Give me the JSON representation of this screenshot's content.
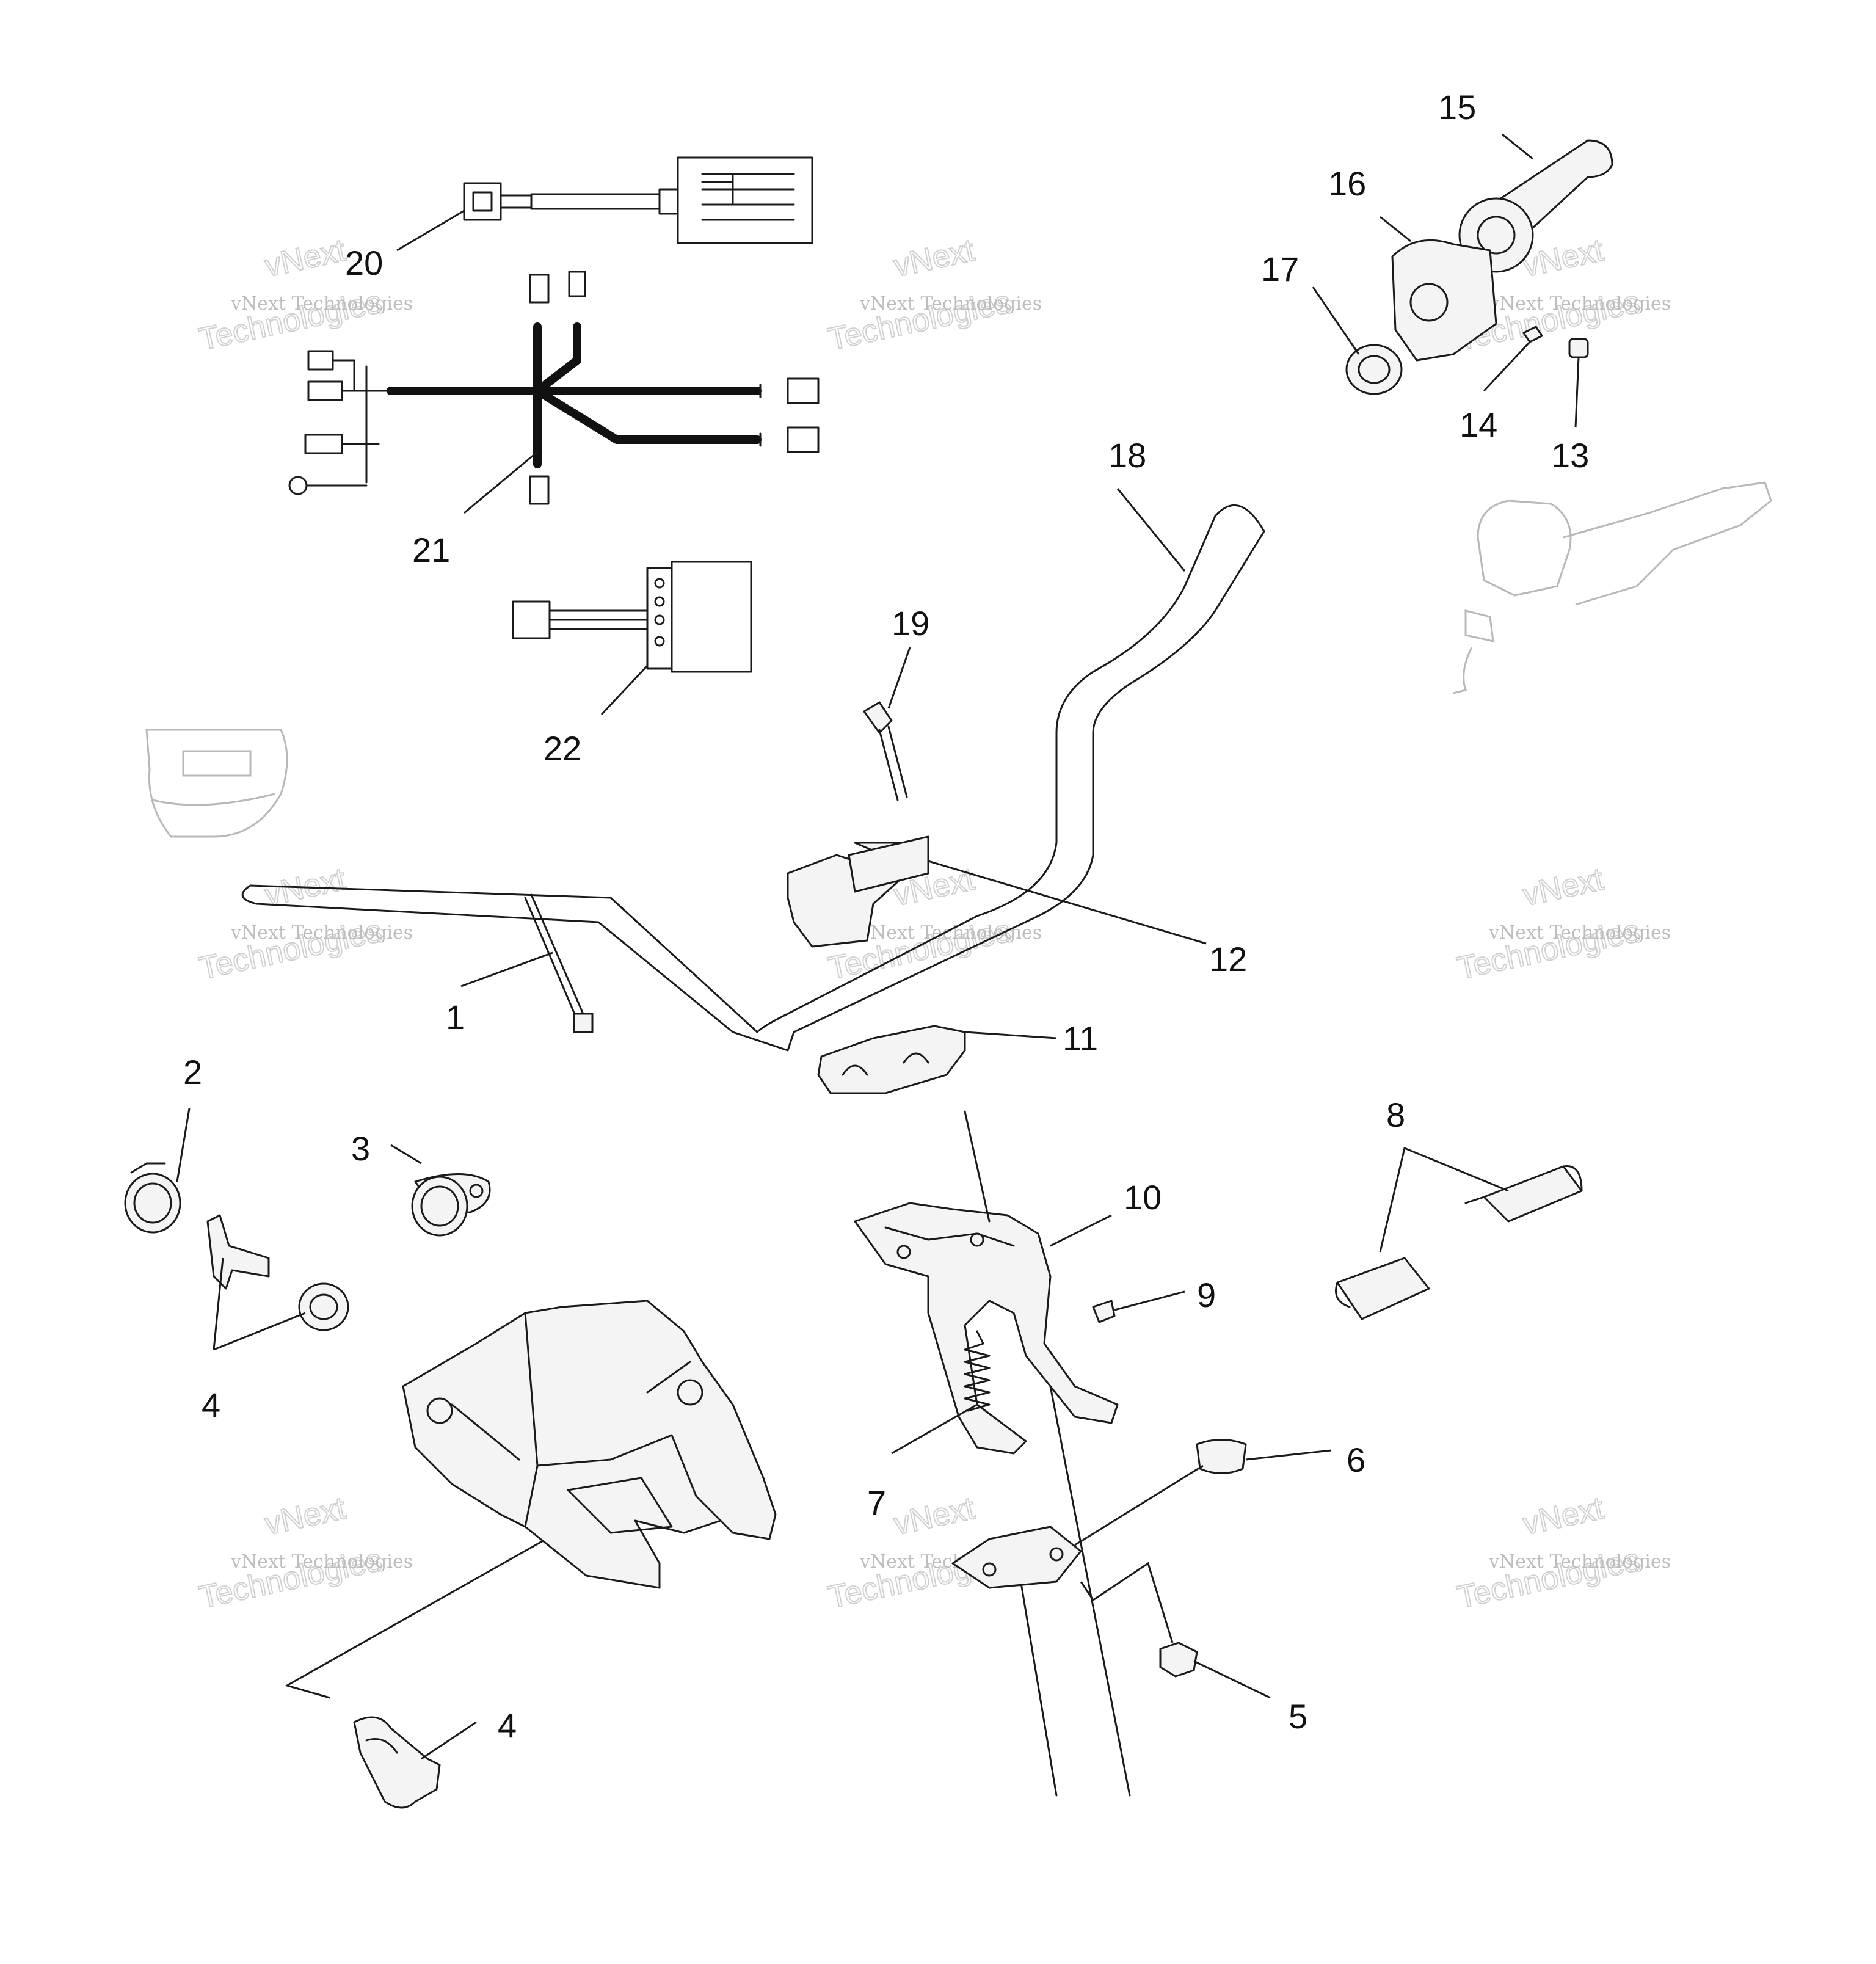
{
  "callouts": [
    "1",
    "2",
    "3",
    "4",
    "4",
    "5",
    "6",
    "7",
    "8",
    "9",
    "10",
    "11",
    "12",
    "13",
    "14",
    "15",
    "16",
    "17",
    "18",
    "19",
    "20",
    "21",
    "22"
  ],
  "watermark": {
    "line1": "vNext Technologies",
    "vnext": "vNext",
    "tech": "Technologies"
  }
}
